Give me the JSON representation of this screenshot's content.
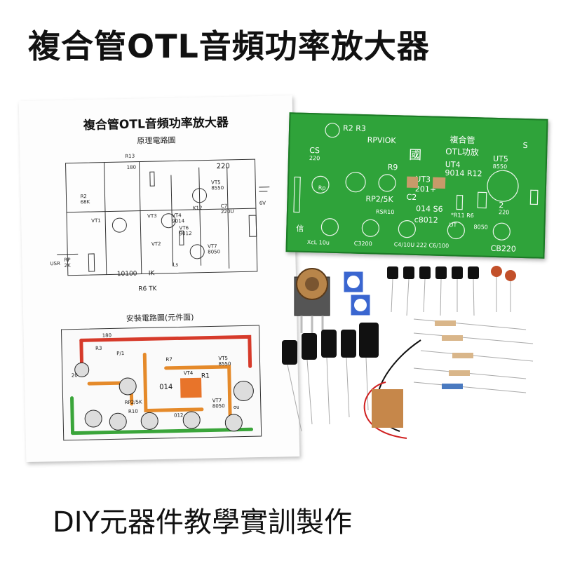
{
  "header": {
    "title": "複合管OTL音頻功率放大器"
  },
  "footer": {
    "caption": "DIY元器件教學實訓製作"
  },
  "sheet": {
    "title": "複合管OTL音頻功率放大器",
    "schematic_label": "原理電路圖",
    "assembly_label": "安裝電路圖(元件面)",
    "schematic_texts": [
      "R13",
      "180",
      "220",
      "6V",
      "VT5",
      "8550",
      "K12",
      "C7",
      "220U",
      "VT4",
      "9014",
      "VT3",
      "VT6",
      "9012",
      "VT7",
      "8050",
      "VT1",
      "VT2",
      "USR",
      "RP",
      "2K",
      "10100",
      "IK",
      "R6 TK",
      "R2",
      "68K",
      "Ls"
    ],
    "assembly_texts": [
      "R3",
      "180",
      "P/1",
      "R7",
      "VT4",
      "R1",
      "VT5",
      "8550",
      "014",
      "RP2/5K",
      "R10",
      "012",
      "VT7",
      "8050",
      "20",
      "ou"
    ]
  },
  "pcb": {
    "labels": [
      "R2 R3",
      "RPVIOK",
      "複合管",
      "OTL功放",
      "CS",
      "220",
      "國",
      "UT5",
      "8550",
      "R9",
      "UT4",
      "9014 R12",
      "UT3",
      "201+",
      "Rp",
      "RP2/5K",
      "C2",
      "014 S6",
      "2",
      "220",
      "RSR10",
      "c8012",
      "*R11 R6",
      "8050",
      "UT",
      "信",
      "XcL 10u",
      "C3200",
      "C4/10U 222 C6/100",
      "CB220",
      "S"
    ]
  },
  "colors": {
    "pcb_green": "#2fa33a",
    "trace_red": "#d63a2a",
    "trace_orange": "#e58a2a",
    "trace_green": "#3aa53a"
  }
}
